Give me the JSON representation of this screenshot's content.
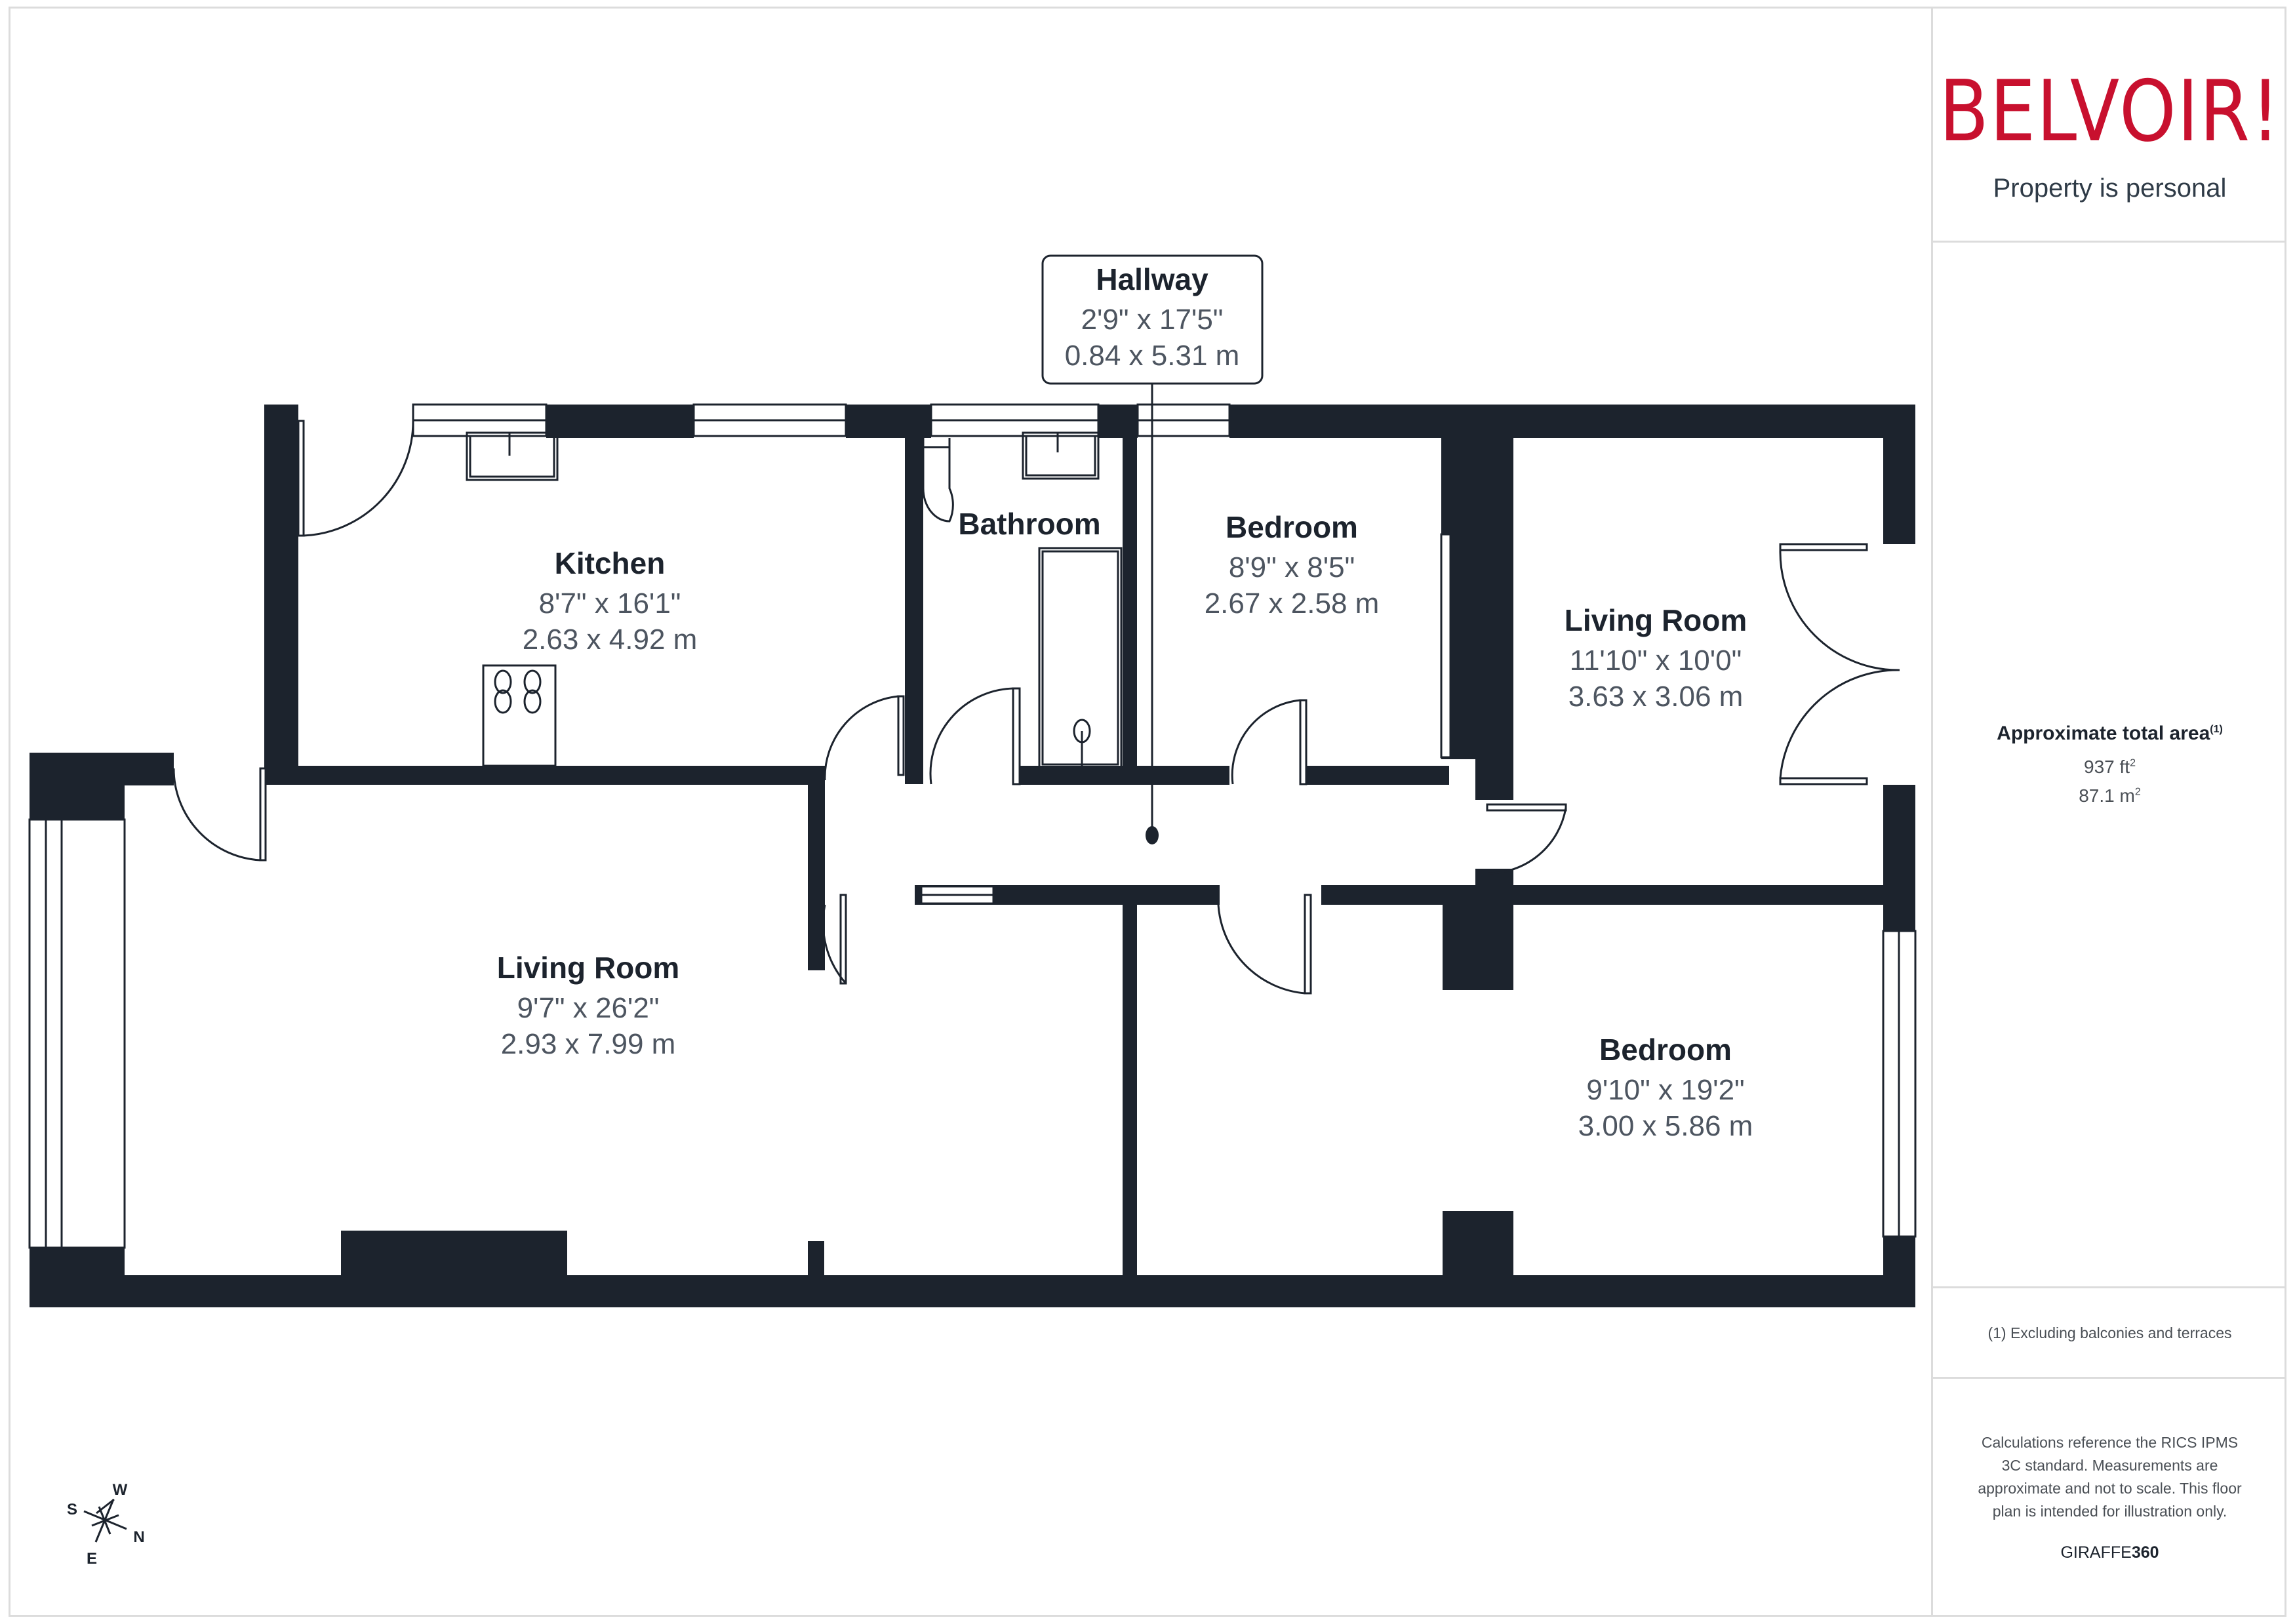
{
  "brand": {
    "name": "BELVOIR!",
    "tagline": "Property is personal",
    "color": "#c8102e"
  },
  "area": {
    "title": "Approximate total area",
    "title_footnote_marker": "(1)",
    "sq_ft_value": "937 ft",
    "sq_ft_exp": "2",
    "sq_m_value": "87.1 m",
    "sq_m_exp": "2"
  },
  "footnote": "(1) Excluding balconies and terraces",
  "disclaimer": "Calculations reference the RICS IPMS 3C standard. Measurements are approximate and not to scale. This floor plan is intended for illustration only.",
  "credit": {
    "prefix": "GIRAFFE",
    "suffix": "360"
  },
  "colors": {
    "wall": "#1c232d",
    "text_dark": "#1c232d",
    "text_muted": "#4d5560",
    "border": "#dcdcdc"
  },
  "rooms": [
    {
      "name": "Kitchen",
      "imperial": "8'7\" x 16'1\"",
      "metric": "2.63 x 4.92 m"
    },
    {
      "name": "Bathroom",
      "imperial": "",
      "metric": ""
    },
    {
      "name": "Bedroom",
      "imperial": "8'9\" x 8'5\"",
      "metric": "2.67 x 2.58 m"
    },
    {
      "name": "Living Room",
      "imperial": "11'10\" x 10'0\"",
      "metric": "3.63 x 3.06 m"
    },
    {
      "name": "Living Room",
      "imperial": "9'7\" x 26'2\"",
      "metric": "2.93 x 7.99 m"
    },
    {
      "name": "Bedroom",
      "imperial": "9'10\" x 19'2\"",
      "metric": "3.00 x 5.86 m"
    }
  ],
  "hallway_callout": {
    "name": "Hallway",
    "imperial": "2'9\" x 17'5\"",
    "metric": "0.84 x 5.31 m"
  },
  "compass": {
    "labels": [
      "W",
      "S",
      "N",
      "E"
    ],
    "icon": "compass-rose-icon"
  }
}
